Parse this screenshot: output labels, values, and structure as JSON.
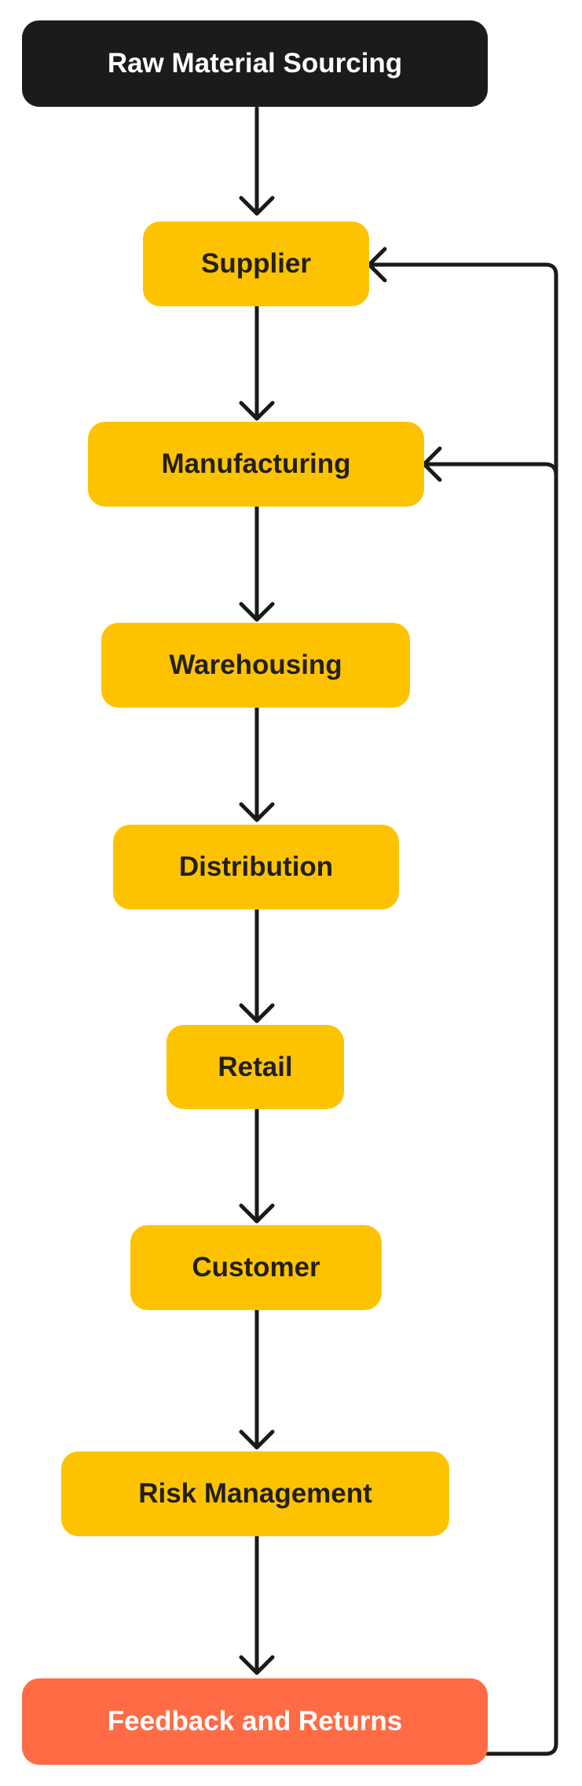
{
  "diagram": {
    "type": "flowchart",
    "start": {
      "label": "Raw Material Sourcing"
    },
    "steps": [
      {
        "label": "Supplier"
      },
      {
        "label": "Manufacturing"
      },
      {
        "label": "Warehousing"
      },
      {
        "label": "Distribution"
      },
      {
        "label": "Retail"
      },
      {
        "label": "Customer"
      },
      {
        "label": "Risk Management"
      }
    ],
    "end": {
      "label": "Feedback and Returns"
    },
    "edges": [
      {
        "from": "Raw Material Sourcing",
        "to": "Supplier"
      },
      {
        "from": "Supplier",
        "to": "Manufacturing"
      },
      {
        "from": "Manufacturing",
        "to": "Warehousing"
      },
      {
        "from": "Warehousing",
        "to": "Distribution"
      },
      {
        "from": "Distribution",
        "to": "Retail"
      },
      {
        "from": "Retail",
        "to": "Customer"
      },
      {
        "from": "Customer",
        "to": "Risk Management"
      },
      {
        "from": "Risk Management",
        "to": "Feedback and Returns"
      },
      {
        "from": "Feedback and Returns",
        "to": "Supplier"
      },
      {
        "from": "Feedback and Returns",
        "to": "Manufacturing"
      }
    ],
    "colors": {
      "start_fill": "#1c1a1b",
      "step_fill": "#fdc301",
      "end_fill": "#ff6b45",
      "connector": "#1a1a1a"
    }
  }
}
